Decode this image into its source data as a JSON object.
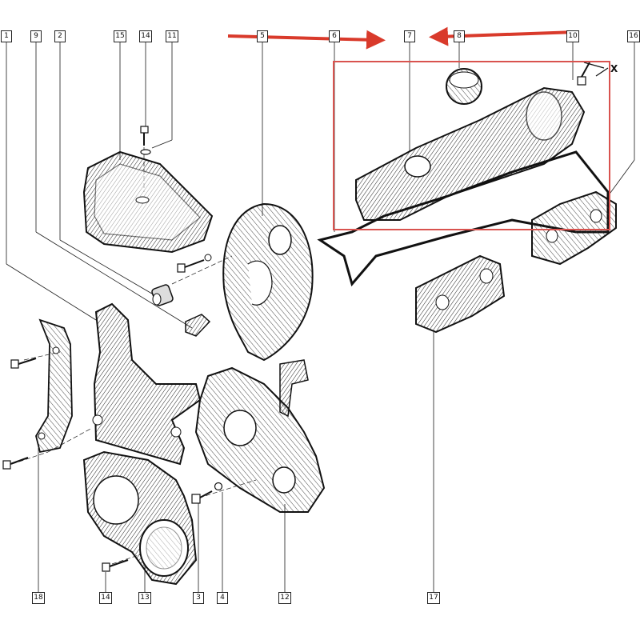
{
  "callouts": [
    {
      "id": "1",
      "label": "1"
    },
    {
      "id": "9",
      "label": "9"
    },
    {
      "id": "2",
      "label": "2"
    },
    {
      "id": "15",
      "label": "15"
    },
    {
      "id": "14a",
      "label": "14"
    },
    {
      "id": "11",
      "label": "11"
    },
    {
      "id": "5",
      "label": "5"
    },
    {
      "id": "6",
      "label": "6"
    },
    {
      "id": "7",
      "label": "7"
    },
    {
      "id": "8",
      "label": "8"
    },
    {
      "id": "10",
      "label": "10"
    },
    {
      "id": "16",
      "label": "16"
    },
    {
      "id": "18",
      "label": "18"
    },
    {
      "id": "14b",
      "label": "14"
    },
    {
      "id": "13",
      "label": "13"
    },
    {
      "id": "3",
      "label": "3"
    },
    {
      "id": "4",
      "label": "4"
    },
    {
      "id": "12",
      "label": "12"
    },
    {
      "id": "17",
      "label": "17"
    }
  ],
  "axis_label": "X",
  "colors": {
    "highlight": "#d9534f",
    "arrow": "#d93a2b",
    "line": "#1a1a1a"
  }
}
